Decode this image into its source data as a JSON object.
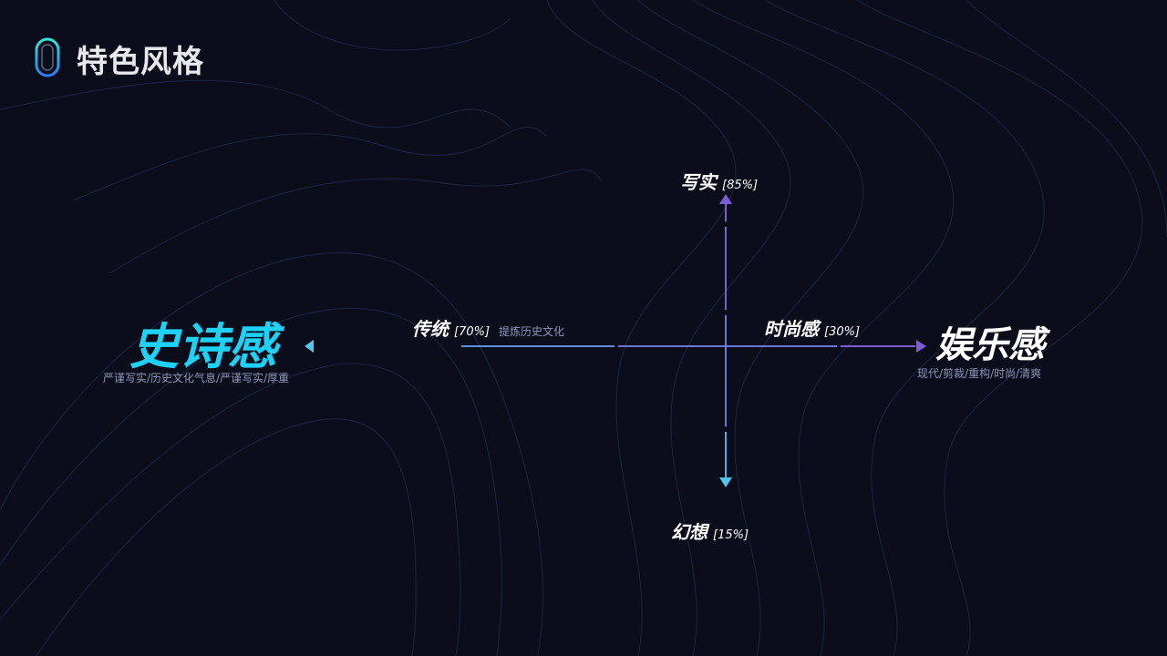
{
  "header": {
    "title": "特色风格",
    "icon": "capsule-icon"
  },
  "colors": {
    "accent_cyan": "#1fd2f5",
    "accent_purple": "#7b5cd6",
    "background": "#0c0d1b"
  },
  "axes": {
    "left": {
      "title": "史诗感",
      "description": "严谨写实/历史文化气息/严谨写实/厚重"
    },
    "right": {
      "title": "娱乐感",
      "description": "现代/剪裁/重构/时尚/清爽"
    },
    "top": {
      "label": "写实",
      "percent": "[85%]"
    },
    "bottom": {
      "label": "幻想",
      "percent": "[15%]"
    },
    "left_mid": {
      "label": "传统",
      "percent": "[70%]",
      "note": "提炼历史文化"
    },
    "right_mid": {
      "label": "时尚感",
      "percent": "[30%]"
    }
  }
}
